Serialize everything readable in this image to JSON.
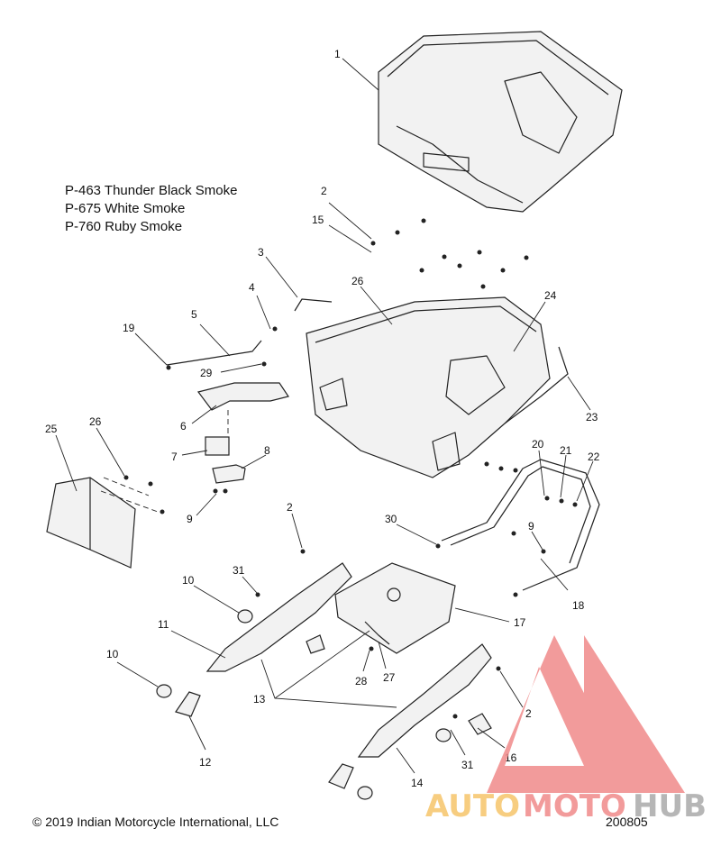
{
  "legend": [
    "P-463 Thunder Black Smoke",
    "P-675 White Smoke",
    "P-760 Ruby Smoke"
  ],
  "copyright": "© 2019 Indian Motorcycle International, LLC",
  "reference_number": "200805",
  "callouts": [
    "1",
    "2",
    "15",
    "3",
    "4",
    "26",
    "24",
    "5",
    "19",
    "29",
    "6",
    "23",
    "25",
    "26",
    "7",
    "8",
    "20",
    "21",
    "22",
    "9",
    "2",
    "30",
    "9",
    "10",
    "31",
    "18",
    "17",
    "11",
    "10",
    "28",
    "27",
    "13",
    "2",
    "16",
    "31",
    "12",
    "14"
  ],
  "watermark": {
    "word_part1": "AUTO",
    "word_part2": "MOTO",
    "word_part3": "HUB",
    "color_primary": "#f08a8a",
    "color_secondary": "#f6c56a",
    "color_gray": "#aaaaaa"
  }
}
